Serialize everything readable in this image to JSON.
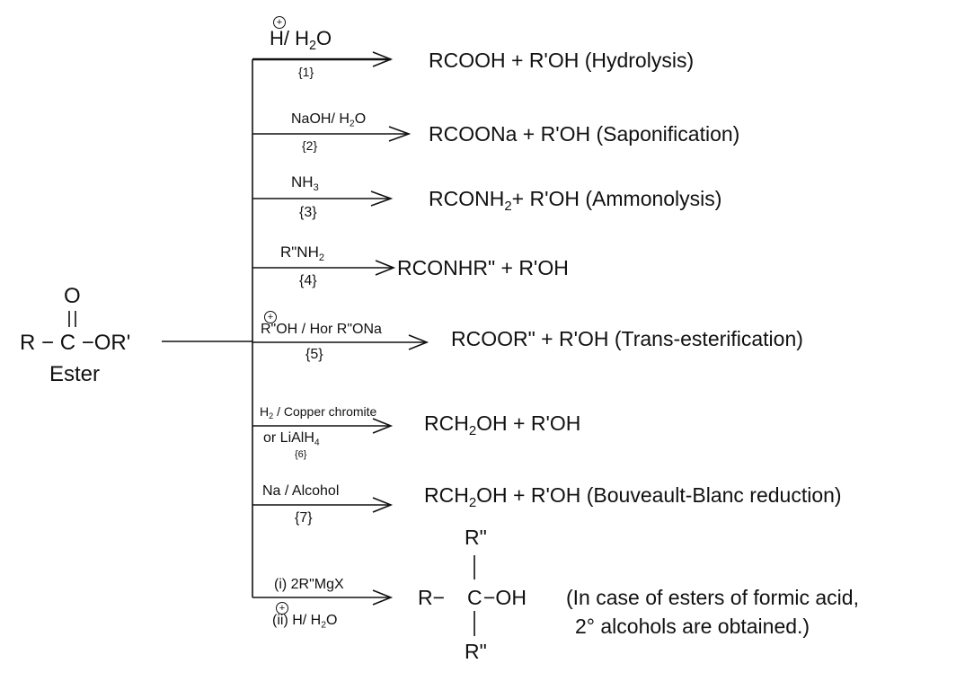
{
  "ester": {
    "o": "O",
    "r": "R",
    "dash": "−",
    "c": "C",
    "or": "−OR'",
    "label": "Ester"
  },
  "reactions": [
    {
      "reagent_parts": [
        "H",
        "/ H",
        "2",
        "O"
      ],
      "num": "{1}",
      "product": [
        "RCOOH + R'OH (Hydrolysis)"
      ]
    },
    {
      "reagent_parts": [
        "NaOH/ H",
        "2",
        "O"
      ],
      "num": "{2}",
      "product": [
        "RCOONa + R'OH (Saponification)"
      ]
    },
    {
      "reagent_parts": [
        "NH",
        "3"
      ],
      "num": "{3}",
      "product": [
        "RCONH",
        "2",
        "+ R'OH (Ammonolysis)"
      ]
    },
    {
      "reagent_parts": [
        "R\"NH",
        "2"
      ],
      "num": "{4}",
      "product": [
        "RCONHR\" + R'OH"
      ]
    },
    {
      "reagent_parts": [
        "R\"OH / H",
        "or R\"ONa"
      ],
      "num": "{5}",
      "product": [
        "RCOOR\" + R'OH (Trans-esterification)"
      ]
    },
    {
      "reagent_parts": [
        "H",
        "2",
        "/ Copper chromite",
        "or LiAlH",
        "4"
      ],
      "num": "{6}",
      "product": [
        "RCH",
        "2",
        "OH + R'OH"
      ]
    },
    {
      "reagent_parts": [
        "Na / Alcohol"
      ],
      "num": "{7}",
      "product": [
        "RCH",
        "2",
        "OH + R'OH (Bouveault-Blanc reduction)"
      ]
    },
    {
      "reagent_parts": [
        "(i) 2R\"MgX",
        "(ii) H",
        "/ H",
        "2",
        "O"
      ],
      "product": [
        "R\"",
        "R−",
        "C",
        "−OH",
        "R\"",
        "(In case of esters of formic acid,",
        "2° alcohols are obtained.)"
      ]
    }
  ]
}
